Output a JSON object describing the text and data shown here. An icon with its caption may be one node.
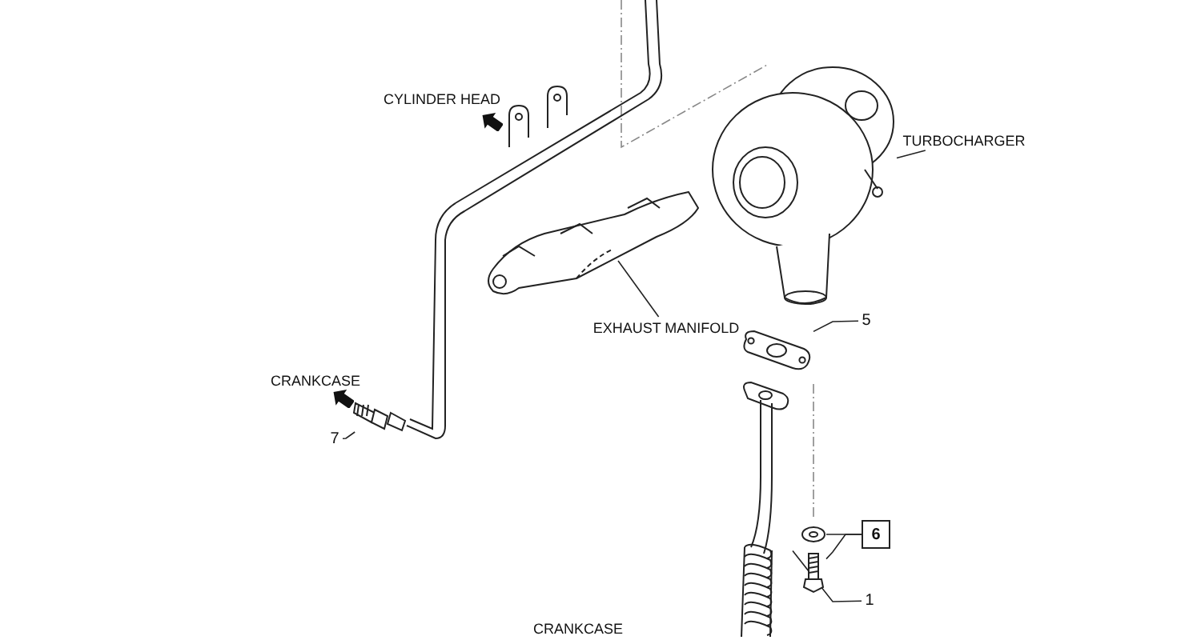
{
  "diagram": {
    "nodes": [
      {
        "text": [
          "5"
        ]
      },
      {
        "text": [],
        "shape": "picture"
      },
      {
        "text": [
          "6"
        ]
      },
      {
        "text": [],
        "shape": "picture"
      },
      {
        "text": [],
        "shape": "picture"
      },
      {
        "text": [
          "1"
        ]
      },
      {
        "text": [],
        "shape": "picture"
      },
      {
        "text": [
          "7"
        ]
      },
      {
        "text": [],
        "shape": "picture"
      },
      {
        "text": [
          "TURBOCHARGER"
        ]
      },
      {
        "text": [],
        "shape": "picture"
      },
      {
        "text": [
          "EXHAUST MANIFOLD"
        ]
      },
      {
        "text": [],
        "shape": "picture"
      }
    ],
    "edges": [
      {
        "from": 0,
        "to": 1,
        "arrow": "none"
      },
      {
        "from": 2,
        "to": 3,
        "arrow": "none"
      },
      {
        "from": 2,
        "to": 4,
        "arrow": "none"
      },
      {
        "from": 5,
        "to": 6,
        "arrow": "none"
      },
      {
        "from": 7,
        "to": 8,
        "arrow": "none"
      },
      {
        "from": 9,
        "to": 10,
        "arrow": "none"
      },
      {
        "from": 11,
        "to": 12,
        "arrow": "none"
      }
    ],
    "labels": [
      "CYLINDER HEAD",
      "CRANKCASE",
      "CRANKCASE"
    ]
  }
}
